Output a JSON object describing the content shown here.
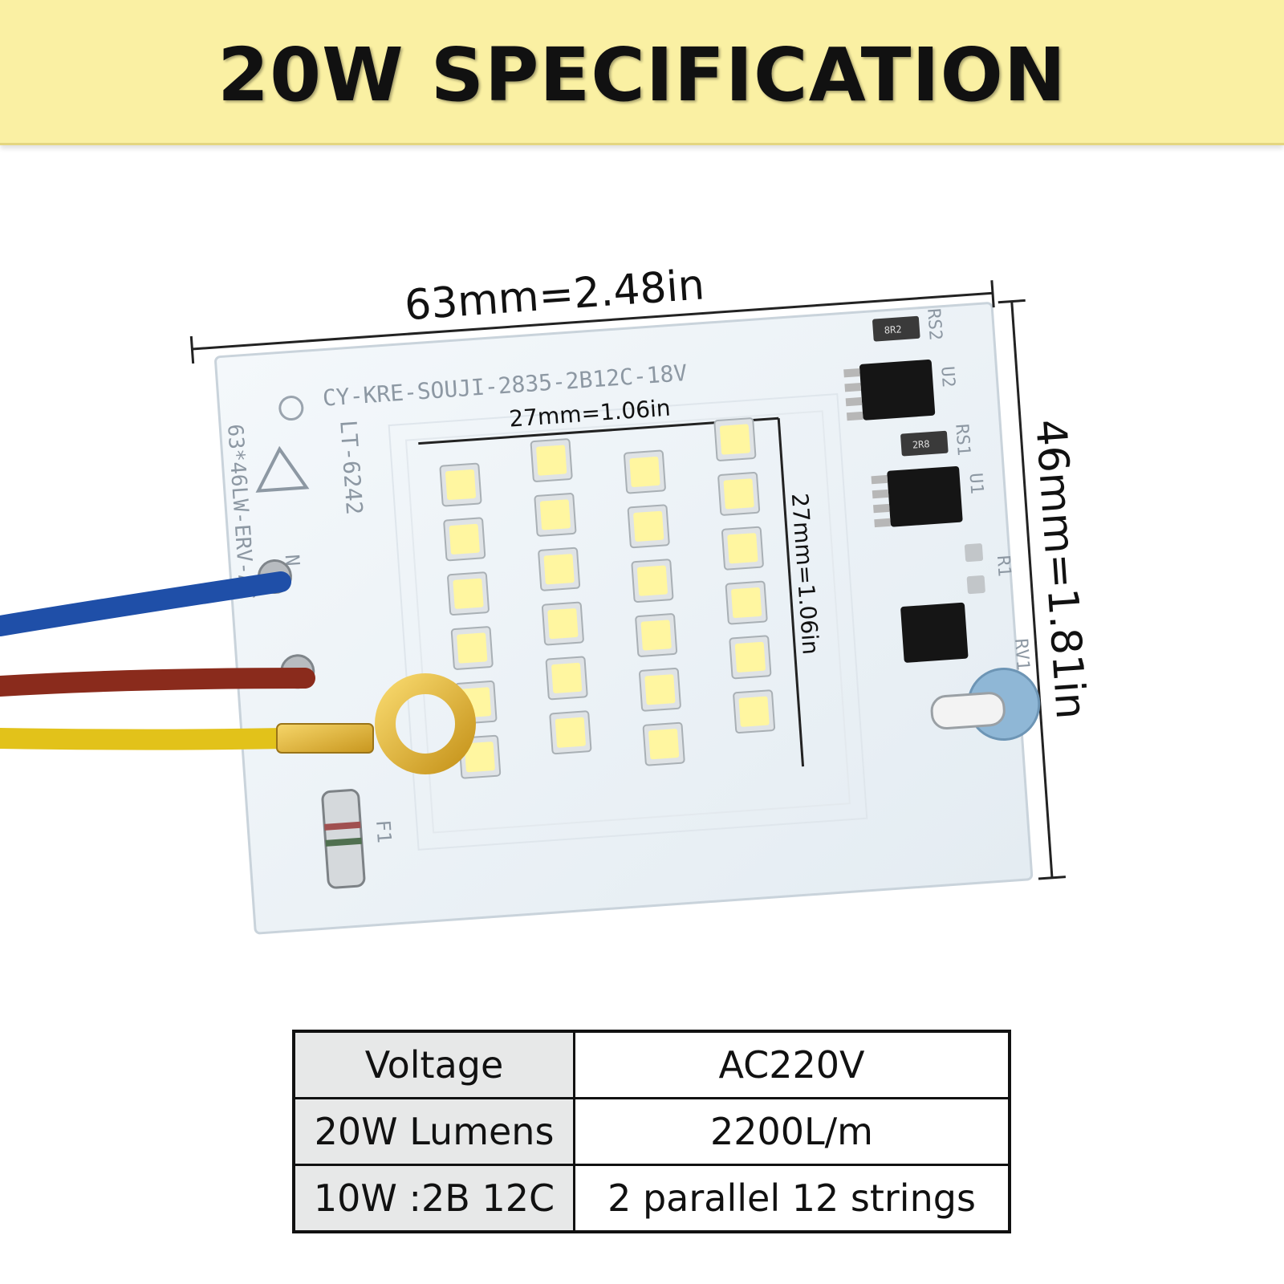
{
  "banner": {
    "title": "20W SPECIFICATION"
  },
  "colors": {
    "banner_bg": "#faf0a3",
    "board": "#edf3f8",
    "led_chip": "#fff6a0",
    "wire_blue": "#1f4fa8",
    "wire_brown": "#8a2b1c",
    "wire_yellow": "#e2c21a"
  },
  "dimensions": {
    "width": "63mm=2.48in",
    "height": "46mm=1.81in",
    "led_width": "27mm=1.06in",
    "led_height": "27mm=1.06in"
  },
  "board": {
    "model": "CY-KRE-SOUJI-2835-2B12C-18V",
    "part": "LT-6242",
    "side_code": "63*46LW-ERV-AC",
    "labels": {
      "n": "N",
      "f1": "F1",
      "rs2": "RS2",
      "u2": "U2",
      "rs1": "RS1",
      "u1": "U1",
      "r1": "R1",
      "rv1": "RV1"
    },
    "chip_text": {
      "rs2": "8R2",
      "rs1": "2R8"
    },
    "led_columns": 4,
    "leds_per_column": 6
  },
  "spec_table": [
    {
      "label": "Voltage",
      "value": "AC220V"
    },
    {
      "label": "20W Lumens",
      "value": "2200L/m"
    },
    {
      "label": "10W :2B 12C",
      "value": "2 parallel 12 strings"
    }
  ]
}
